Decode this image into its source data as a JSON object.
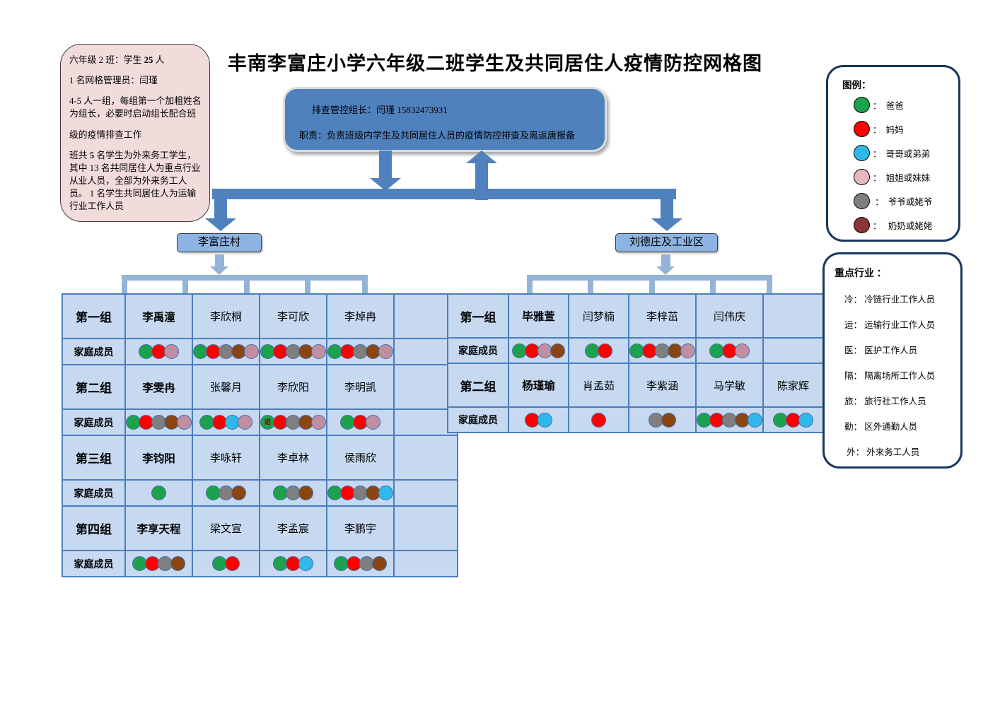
{
  "header": {
    "title": "丰南李富庄小学六年级二班学生及共同居住人疫情防控网格图"
  },
  "info_box": {
    "paragraphs": [
      [
        {
          "t": "六年级 2 班：学生 "
        },
        {
          "t": "25",
          "b": 1
        },
        {
          "t": " 人"
        }
      ],
      [
        {
          "t": " 1 名网格管理员：闫瑾"
        }
      ],
      [
        {
          "t": " 4-5 人一组，每组第一个加粗姓名为组长，必要时启动组长配合班"
        }
      ],
      [
        {
          "t": "级的疫情排查工作"
        }
      ],
      [
        {
          "t": " 班共 "
        },
        {
          "t": "5",
          "b": 1
        },
        {
          "t": " 名学生为外来务工学生，其中 13 名共同居住人为重点行业 从业人员，全部为外来务工人员。 1 名学生共同居住人为运输行业工作人员"
        }
      ]
    ]
  },
  "command_box": {
    "line1": "排查管控组长：闫瑾  15832473931",
    "line2": "职责：负责班级内学生及共同居住人员的疫情防控排查及离返唐报备"
  },
  "villages": {
    "left": "李富庄村",
    "right": "刘德庄及工业区"
  },
  "palette": {
    "green": "#1CA24C",
    "red": "#FE0000",
    "blue": "#2FB9EA",
    "pink": "#C08EA2",
    "gray": "#7F7F7F",
    "brown": "#8B4513",
    "legend_pink": "#E5B7BE",
    "maroon": "#8B3535"
  },
  "legend": {
    "title": "图例：",
    "items": [
      {
        "color": "green",
        "label": "：  爸爸"
      },
      {
        "color": "red",
        "label": "：  妈妈"
      },
      {
        "color": "blue",
        "label": "：  哥哥或弟弟"
      },
      {
        "color": "legend_pink",
        "label": "：  姐姐或妹妹"
      },
      {
        "color": "gray",
        "label": " ：  爷爷或姥爷"
      },
      {
        "color": "maroon",
        "label": "：   奶奶或姥姥"
      }
    ]
  },
  "industry": {
    "title": "重点行业 ：",
    "items": [
      "冷： 冷链行业工作人员",
      "运： 运输行业工作人员",
      "医： 医护工作人员",
      "隔： 隔离场所工作人员",
      "旅： 旅行社工作人员",
      "勤： 区外通勤人员",
      " 外： 外来务工人员"
    ]
  },
  "tables": {
    "member_label": "家庭成员",
    "left": {
      "groups": [
        {
          "label": "第一组",
          "students": [
            {
              "name": "李禹潼",
              "bold": true,
              "dots": [
                "green",
                "red",
                "pink"
              ]
            },
            {
              "name": "李欣桐",
              "dots": [
                "green",
                "red",
                "gray",
                "brown",
                "pink"
              ]
            },
            {
              "name": "李可欣",
              "dots": [
                "green",
                "red",
                "gray",
                "brown",
                "pink"
              ]
            },
            {
              "name": "李焯冉",
              "dots": [
                "green",
                "red",
                "gray",
                "brown",
                "pink"
              ]
            }
          ]
        },
        {
          "label": "第二组",
          "students": [
            {
              "name": "李雯冉",
              "bold": true,
              "dots": [
                "green",
                "red",
                "gray",
                "brown",
                "pink"
              ]
            },
            {
              "name": "张馨月",
              "dots": [
                "green",
                "red",
                "blue",
                "pink"
              ]
            },
            {
              "name": "李欣阳",
              "dots": [
                "green|运",
                "red",
                "gray",
                "brown",
                "pink"
              ]
            },
            {
              "name": "李明凯",
              "dots": [
                "green",
                "red",
                "pink"
              ]
            }
          ]
        },
        {
          "label": "第三组",
          "students": [
            {
              "name": "李钧阳",
              "bold": true,
              "dots": [
                "green"
              ]
            },
            {
              "name": "李咏轩",
              "dots": [
                "green",
                "gray",
                "brown"
              ]
            },
            {
              "name": "李卓林",
              "dots": [
                "green",
                "gray",
                "brown"
              ]
            },
            {
              "name": "侯雨欣",
              "dots": [
                "green",
                "red",
                "gray",
                "brown",
                "blue"
              ]
            }
          ]
        },
        {
          "label": "第四组",
          "students": [
            {
              "name": "李享天程",
              "bold": true,
              "dots": [
                "green",
                "red",
                "gray",
                "brown"
              ]
            },
            {
              "name": "梁文宣",
              "dots": [
                "green",
                "red"
              ]
            },
            {
              "name": "李孟宸",
              "dots": [
                "green",
                "red",
                "blue"
              ]
            },
            {
              "name": "李鹏宇",
              "dots": [
                "green",
                "red",
                "gray",
                "brown"
              ]
            }
          ]
        }
      ]
    },
    "right": {
      "groups": [
        {
          "label": "第一组",
          "students": [
            {
              "name": "毕雅萱",
              "bold": true,
              "dots": [
                "green",
                "red",
                "pink",
                "brown"
              ]
            },
            {
              "name": "闫梦楠",
              "dots": [
                "green",
                "red"
              ]
            },
            {
              "name": "李梓茁",
              "dots": [
                "green",
                "red",
                "gray",
                "brown",
                "pink"
              ]
            },
            {
              "name": "闫伟庆",
              "dots": [
                "green",
                "red",
                "pink"
              ]
            }
          ]
        },
        {
          "label": "第二组",
          "students": [
            {
              "name": "杨瑾瑜",
              "bold": true,
              "dots": [
                "red",
                "blue"
              ]
            },
            {
              "name": "肖孟茹",
              "dots": [
                "red"
              ]
            },
            {
              "name": "李紫涵",
              "dots": [
                "gray",
                "brown"
              ]
            },
            {
              "name": "马学敏",
              "dots": [
                "green",
                "red",
                "gray",
                "brown",
                "blue"
              ]
            },
            {
              "name": "陈家辉",
              "dots": [
                "green",
                "red",
                "blue"
              ]
            }
          ]
        }
      ]
    }
  }
}
